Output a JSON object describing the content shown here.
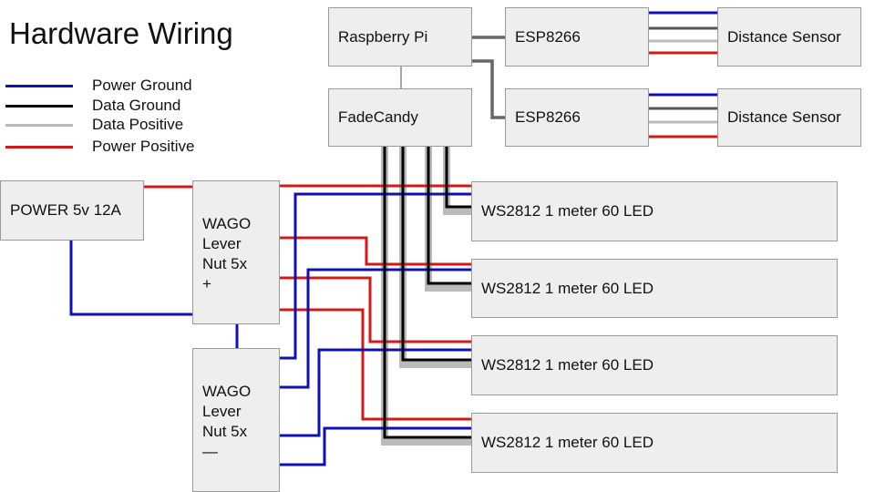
{
  "title": "Hardware Wiring",
  "colors": {
    "power_ground": "#1010b0",
    "data_ground": "#000000",
    "data_positive": "#bbbbbb",
    "power_positive": "#d11a1a",
    "link": "#666666"
  },
  "legend": [
    {
      "label": "Power Ground",
      "key": "power_ground"
    },
    {
      "label": "Data Ground",
      "key": "data_ground"
    },
    {
      "label": "Data Positive",
      "key": "data_positive"
    },
    {
      "label": "Power Positive",
      "key": "power_positive"
    }
  ],
  "components": {
    "raspberry_pi": "Raspberry Pi",
    "fadecandy": "FadeCandy",
    "esp1": "ESP8266",
    "esp2": "ESP8266",
    "sensor1": "Distance Sensor",
    "sensor2": "Distance Sensor",
    "power": "POWER 5v 12A",
    "wago_pos": "WAGO\nLever\nNut 5x\n+",
    "wago_neg": "WAGO\nLever\nNut 5x\n—",
    "led1": "WS2812 1 meter 60 LED",
    "led2": "WS2812 1 meter 60 LED",
    "led3": "WS2812 1 meter 60 LED",
    "led4": "WS2812 1 meter 60 LED"
  }
}
